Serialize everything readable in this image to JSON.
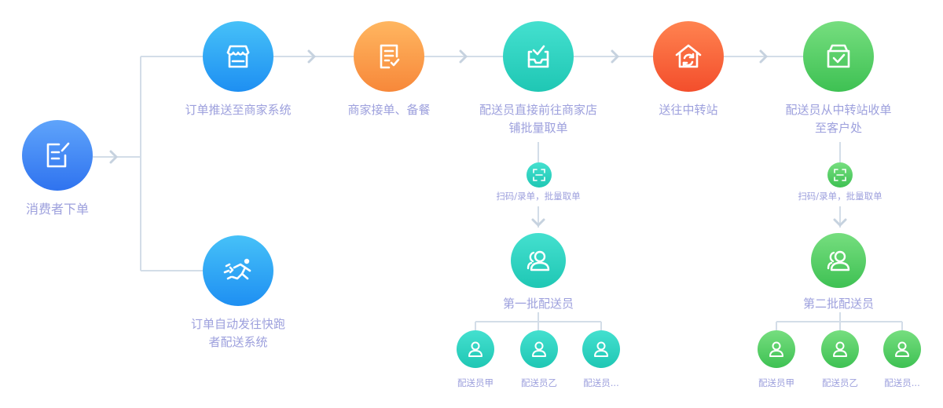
{
  "start": {
    "label": "消费者下单",
    "icon": "edit-order-icon",
    "color": "#3b7bf5"
  },
  "top_flow": [
    {
      "label_line1": "订单推送至商家系统",
      "label_line2": "",
      "icon": "store-icon",
      "color": "#27a6f2"
    },
    {
      "label_line1": "商家接单、备餐",
      "label_line2": "",
      "icon": "document-check-icon",
      "color": "#f9953f"
    },
    {
      "label_line1": "配送员直接前往商家店",
      "label_line2": "铺批量取单",
      "icon": "inbox-check-icon",
      "color": "#26d2be"
    },
    {
      "label_line1": "送往中转站",
      "label_line2": "",
      "icon": "house-transfer-icon",
      "color": "#f9633d"
    },
    {
      "label_line1": "配送员从中转站收单",
      "label_line2": "至客户处",
      "icon": "box-check-icon",
      "color": "#4ccb5d"
    }
  ],
  "bottom_branch": {
    "label_line1": "订单自动发往快跑",
    "label_line2": "者配送系统",
    "icon": "runner-icon",
    "color": "#27a6f2"
  },
  "scan_steps": [
    {
      "label": "扫码/录单，批量取单",
      "icon": "scan-icon",
      "color": "#26d2be"
    },
    {
      "label": "扫码/录单，批量取单",
      "icon": "scan-icon",
      "color": "#4ccb5d"
    }
  ],
  "groups": [
    {
      "label": "第一批配送员",
      "icon": "group-users-icon",
      "color": "#26d2be",
      "members": [
        "配送员甲",
        "配送员乙",
        "配送员..."
      ]
    },
    {
      "label": "第二批配送员",
      "icon": "group-users-icon",
      "color": "#4ccb5d",
      "members": [
        "配送员甲",
        "配送员乙",
        "配送员..."
      ]
    }
  ]
}
